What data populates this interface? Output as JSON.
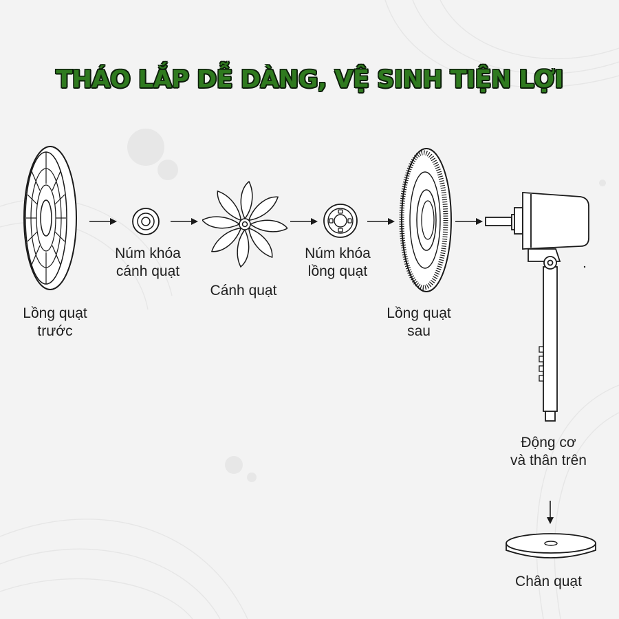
{
  "title": "THÁO LẮP DỄ DÀNG, VỆ SINH TIỆN LỢI",
  "parts": [
    {
      "id": "front-guard",
      "lines": [
        "Lồng quạt",
        "trước"
      ]
    },
    {
      "id": "blade-knob",
      "lines": [
        "Núm khóa",
        "cánh quạt"
      ]
    },
    {
      "id": "fan-blade",
      "lines": [
        "Cánh quạt"
      ]
    },
    {
      "id": "guard-knob",
      "lines": [
        "Núm khóa",
        "lồng quạt"
      ]
    },
    {
      "id": "rear-guard",
      "lines": [
        "Lồng quạt",
        "sau"
      ]
    },
    {
      "id": "motor-body",
      "lines": [
        "Động cơ",
        "và thân trên"
      ]
    },
    {
      "id": "fan-base",
      "lines": [
        "Chân quạt"
      ]
    }
  ],
  "colors": {
    "title_fill": "#2f7a1f",
    "title_outline": "#0c1d0a",
    "line_art": "#1a1a1a"
  }
}
